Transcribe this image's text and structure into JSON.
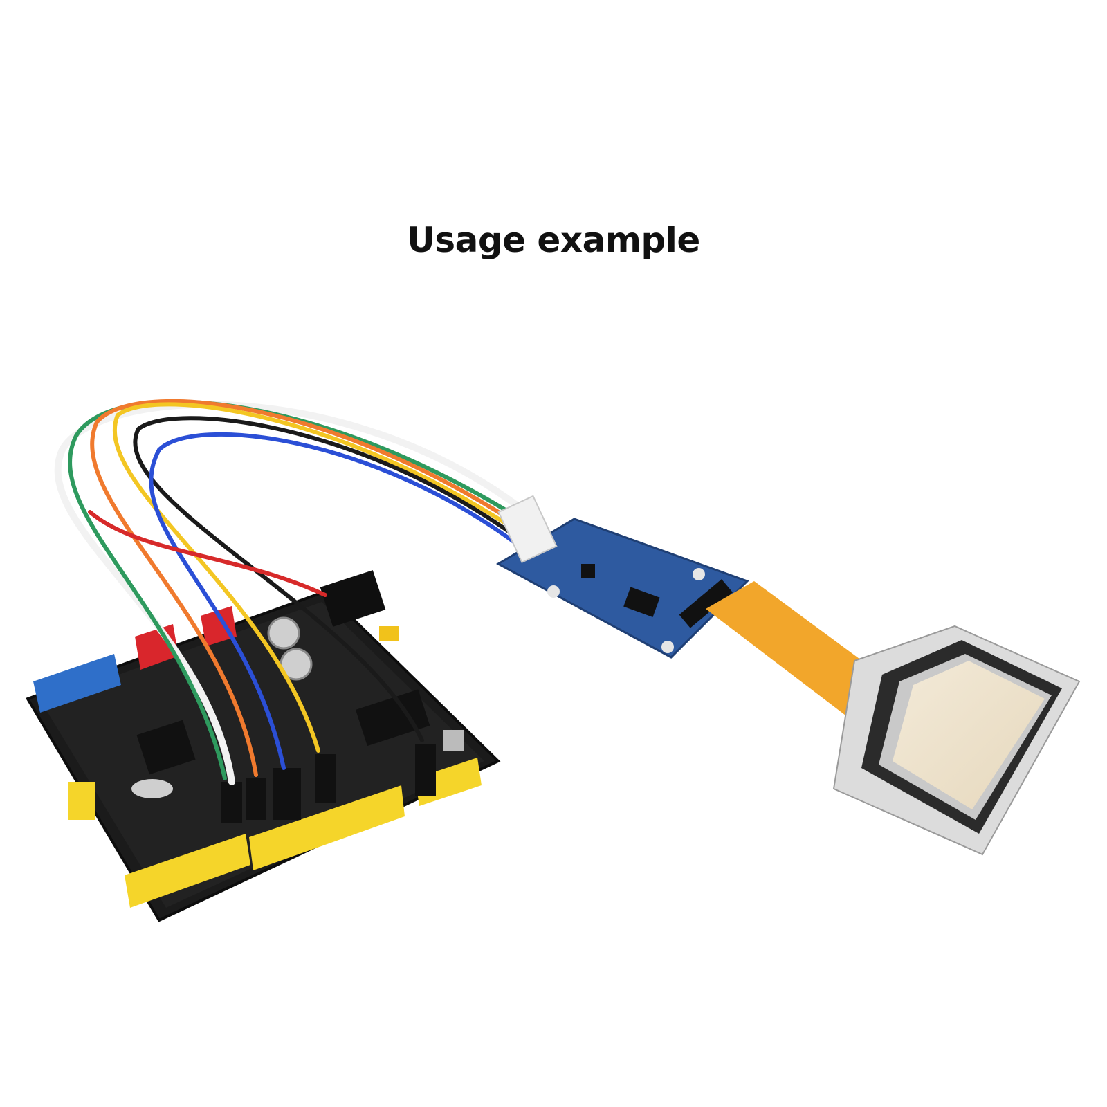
{
  "caption": "Usage example",
  "scene": {
    "description_icons": [
      "main-controller-board",
      "driver-module-board",
      "oled-display-panel",
      "wire-harness"
    ],
    "colors": {
      "board": "#1b1b1b",
      "driver_board": "#2e5aa0",
      "flex_cable": "#f2a62b",
      "header_yellow": "#f5d52a",
      "header_red": "#d9262c",
      "header_blue": "#2f6fc9"
    },
    "wire_colors": [
      "#f2f2f2",
      "#2e9a5e",
      "#f07a2e",
      "#f3c623",
      "#1a1a1a",
      "#2b4fd6",
      "#d72a2a"
    ]
  }
}
